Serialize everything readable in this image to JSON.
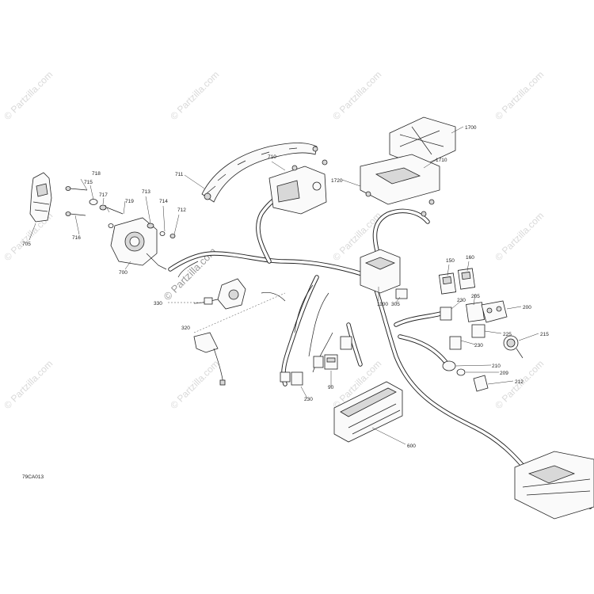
{
  "drawing_code": "79CA013",
  "watermark": {
    "text": "© Partzilla.com",
    "main_text": "© Partzilla.com"
  },
  "callouts": [
    "705",
    "715",
    "716",
    "717",
    "718",
    "719",
    "713",
    "714",
    "712",
    "700",
    "711",
    "710",
    "1720",
    "1710",
    "1700",
    "330",
    "320",
    "1100",
    "305",
    "150",
    "160",
    "205",
    "200",
    "225",
    "215",
    "210",
    "209",
    "212",
    "230",
    "90",
    "600"
  ]
}
